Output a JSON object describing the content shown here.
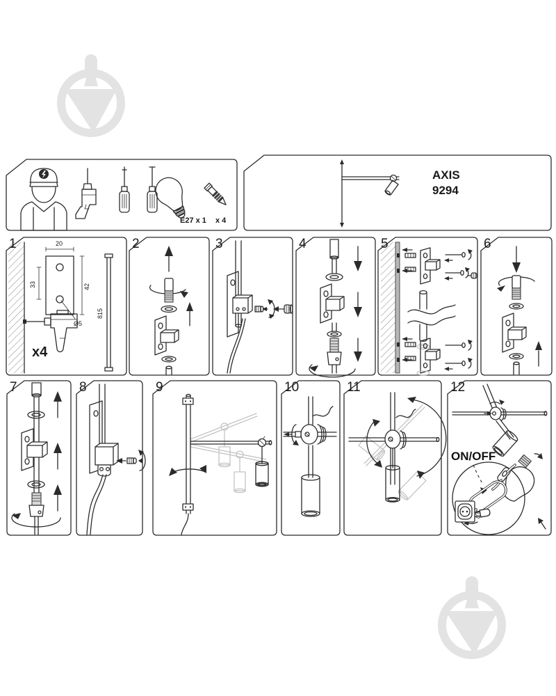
{
  "page": {
    "background": "#ffffff",
    "line_color": "#2b2b2b",
    "ghost_color": "#c4c4c4",
    "watermark_color": "#e3e3e3"
  },
  "header": {
    "tools_box": {
      "icons": [
        "electrician-worker-icon",
        "drill-icon",
        "phillips-screwdriver-icon",
        "flat-screwdriver-icon",
        "light-bulb-icon",
        "wall-plug-screw-icon"
      ],
      "bulb_label": "E27 x 1",
      "screws_label": "x 4"
    },
    "product_box": {
      "brand": "AXIS",
      "model": "9294"
    }
  },
  "steps": {
    "s1": {
      "num": "1",
      "dim_width": "20",
      "dim_hole_spacing": "33",
      "dim_height": "42",
      "dim_hole_dia": "Ø5",
      "dim_rod_length": "815",
      "drill_qty": "x4"
    },
    "s2": {
      "num": "2"
    },
    "s3": {
      "num": "3"
    },
    "s4": {
      "num": "4"
    },
    "s5": {
      "num": "5"
    },
    "s6": {
      "num": "6"
    },
    "s7": {
      "num": "7"
    },
    "s8": {
      "num": "8"
    },
    "s9": {
      "num": "9"
    },
    "s10": {
      "num": "10"
    },
    "s11": {
      "num": "11"
    },
    "s12": {
      "num": "12",
      "switch_label": "ON/OFF"
    }
  }
}
